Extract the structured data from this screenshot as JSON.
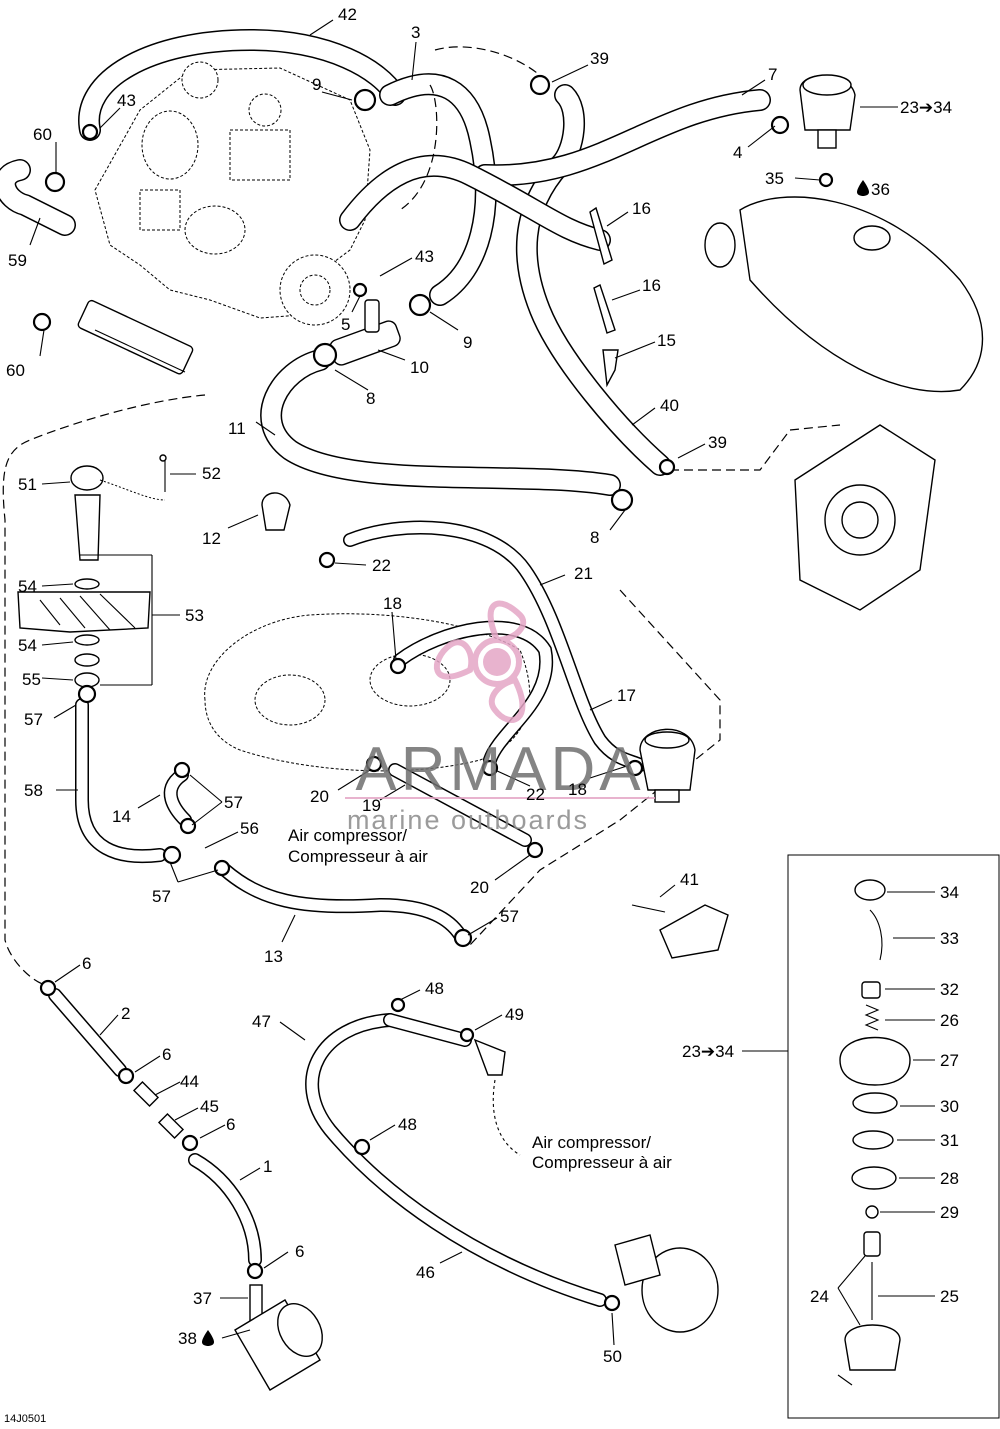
{
  "figure_code": "14J0501",
  "captions": {
    "air_compressor_1": [
      "Air compressor/",
      "Compresseur à air"
    ],
    "air_compressor_2": [
      "Air compressor/",
      "Compresseur à air"
    ]
  },
  "inset": {
    "reference_label": "23➔34"
  },
  "watermark": {
    "brand": "ARMADA",
    "tagline": "marine outboards",
    "logo_color": "#e4a6c6"
  },
  "callouts": {
    "c42": "42",
    "c3": "3",
    "c39a": "39",
    "c7": "7",
    "c23_34": "23➔34",
    "c9a": "9",
    "c43a": "43",
    "c60a": "60",
    "c4": "4",
    "c35": "35",
    "c36": "36",
    "c16a": "16",
    "c16b": "16",
    "c15": "15",
    "c59": "59",
    "c43b": "43",
    "c5": "5",
    "c9b": "9",
    "c10": "10",
    "c8a": "8",
    "c60b": "60",
    "c40": "40",
    "c39b": "39",
    "c11": "11",
    "c51": "51",
    "c52": "52",
    "c8b": "8",
    "c12": "12",
    "c22a": "22",
    "c21": "21",
    "c54a": "54",
    "c53": "53",
    "c18a": "18",
    "c54b": "54",
    "c55": "55",
    "c17": "17",
    "c57a": "57",
    "c58": "58",
    "c14": "14",
    "c57b": "57",
    "c20a": "20",
    "c19": "19",
    "c22b": "22",
    "c18b": "18",
    "c56": "56",
    "c57c": "57",
    "c20b": "20",
    "c41": "41",
    "c13": "13",
    "c57d": "57",
    "c6a": "6",
    "c2": "2",
    "c48a": "48",
    "c49": "49",
    "c47": "47",
    "c6b": "6",
    "c44": "44",
    "c45": "45",
    "c6c": "6",
    "c48b": "48",
    "c1": "1",
    "c6d": "6",
    "c37": "37",
    "c38": "38",
    "c46": "46",
    "c50": "50",
    "i34": "34",
    "i33": "33",
    "i32": "32",
    "i26": "26",
    "i27": "27",
    "i30": "30",
    "i31": "31",
    "i28": "28",
    "i29": "29",
    "i24": "24",
    "i25": "25"
  }
}
